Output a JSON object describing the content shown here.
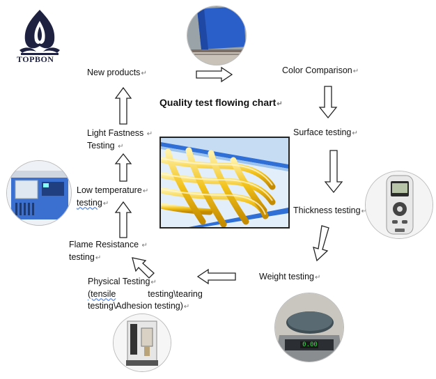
{
  "brand": {
    "name": "TOPBON"
  },
  "title": "Quality test flowing chart",
  "steps": {
    "new_products": "New products",
    "color_comparison": "Color Comparison",
    "surface_testing": "Surface testing",
    "thickness_testing": "Thickness testing",
    "weight_testing": "Weight testing",
    "physical_l1": "Physical Testing",
    "physical_l2a": "(tensile",
    "physical_l2b": "testing\\tearing",
    "physical_l3": "testing\\Adhesion testing)",
    "flame_l1": "Flame Resistance",
    "flame_l2": "testing",
    "lowtemp_l1": "Low temperature",
    "lowtemp_l2": "testing",
    "light_l1": "Light Fastness",
    "light_l2": "Testing"
  },
  "paragraph_mark": "↵",
  "gauge": {
    "digits": "0.00"
  },
  "colors": {
    "brand": "#1e2140",
    "fabric_yellow": "#f2c21b",
    "fabric_blue": "#2f6fd6"
  },
  "icons": [
    "topbon-logo-icon",
    "block-arrow-icon"
  ]
}
